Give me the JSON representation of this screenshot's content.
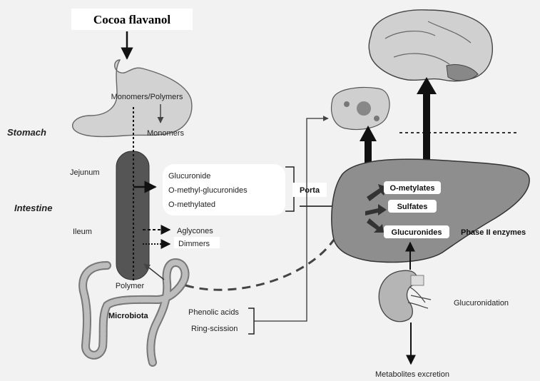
{
  "title": "Cocoa flavanol",
  "regions": {
    "stomach": "Stomach",
    "intestine": "Intestine"
  },
  "stomach": {
    "monomers_polymers": "Monomers/Polymers",
    "monomers": "Monomers"
  },
  "intestine": {
    "jejunum": "Jejunum",
    "ileum": "Ileum",
    "polymer": "Polymer",
    "microbiota": "Microbiota"
  },
  "conjugates": [
    "Glucuronide",
    "O-methyl-glucuronides",
    "O-methylated"
  ],
  "ileum_products": {
    "aglycones": "Aglycones",
    "dimmers": "Dimmers"
  },
  "microbiota_products": {
    "phenolic_acids": "Phenolic acids",
    "ring_scission": "Ring-scission"
  },
  "porta": "Porta",
  "liver": {
    "o_metylates": "O-metylates",
    "sulfates": "Sulfates",
    "glucuronides": "Glucuronides",
    "phase2": "Phase II enzymes"
  },
  "kidney": {
    "glucuronidation": "Glucuronidation",
    "excretion": "Metabolites excretion"
  },
  "icons": [
    "stomach-icon",
    "intestine-tube-icon",
    "colon-icon",
    "brain-icon",
    "cell-icon",
    "liver-icon",
    "kidney-icon"
  ]
}
